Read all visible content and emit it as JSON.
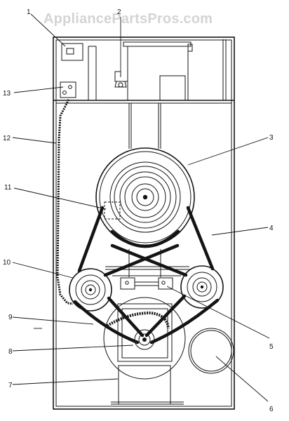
{
  "watermark": "AppliancePartsPros.com",
  "colors": {
    "ink": "#141414",
    "watermark": "#d4d4d4",
    "background": "#ffffff"
  },
  "callouts": [
    {
      "id": "1",
      "label": "1"
    },
    {
      "id": "2",
      "label": "2"
    },
    {
      "id": "3",
      "label": "3"
    },
    {
      "id": "4",
      "label": "4"
    },
    {
      "id": "5",
      "label": "5"
    },
    {
      "id": "6",
      "label": "6"
    },
    {
      "id": "7",
      "label": "7"
    },
    {
      "id": "8",
      "label": "8"
    },
    {
      "id": "9",
      "label": "9"
    },
    {
      "id": "10",
      "label": "10"
    },
    {
      "id": "11",
      "label": "11"
    },
    {
      "id": "12",
      "label": "12"
    },
    {
      "id": "13",
      "label": "13"
    }
  ]
}
